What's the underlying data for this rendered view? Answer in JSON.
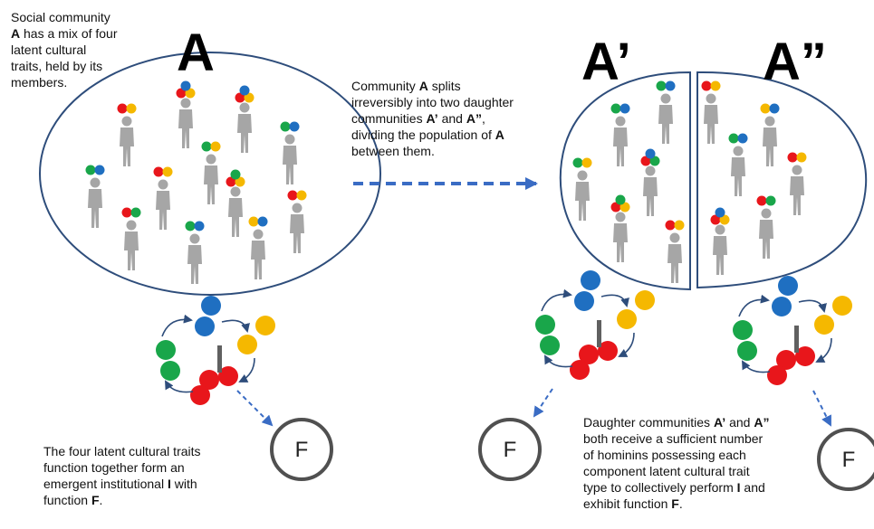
{
  "labels": {
    "A": "A",
    "A_prime": "A’",
    "A_dprime": "A”",
    "F": "F"
  },
  "texts": {
    "community_intro": [
      "Social community",
      "A has a mix of four",
      "latent cultural",
      "traits, held by its",
      "members."
    ],
    "split": [
      "Community A splits",
      "irreversibly into two daughter",
      "communities A’ and A”,",
      "dividing the population of A",
      "between them."
    ],
    "left_caption": [
      "The four latent cultural traits",
      "function together form an",
      "emergent institutional I with",
      "function F."
    ],
    "right_caption": [
      "Daughter communities A’ and A”",
      "both receive a sufficient number",
      "of hominins possessing each",
      "component latent cultural trait",
      "type to collectively perform I and",
      "exhibit function F."
    ]
  },
  "rich": {
    "community_intro_1": [
      [
        "A",
        true
      ],
      [
        " has a mix of four",
        false
      ]
    ],
    "split_0": [
      [
        "Community ",
        false
      ],
      [
        "A",
        true
      ],
      [
        " splits",
        false
      ]
    ],
    "split_2": [
      [
        "communities ",
        false
      ],
      [
        "A’",
        true
      ],
      [
        " and ",
        false
      ],
      [
        "A”",
        true
      ],
      [
        ",",
        false
      ]
    ],
    "split_3": [
      [
        "dividing the population of ",
        false
      ],
      [
        "A",
        true
      ]
    ],
    "left_2": [
      [
        "emergent institutional ",
        false
      ],
      [
        "I",
        true
      ],
      [
        " with",
        false
      ]
    ],
    "left_3": [
      [
        "function ",
        false
      ],
      [
        "F",
        true
      ],
      [
        ".",
        false
      ]
    ],
    "right_0": [
      [
        "Daughter communities ",
        false
      ],
      [
        "A’",
        true
      ],
      [
        " and ",
        false
      ],
      [
        "A”",
        true
      ]
    ],
    "right_4": [
      [
        "type to collectively perform ",
        false
      ],
      [
        "I",
        true
      ],
      [
        " and",
        false
      ]
    ],
    "right_5": [
      [
        "exhibit function ",
        false
      ],
      [
        "F",
        true
      ],
      [
        ".",
        false
      ]
    ]
  },
  "colors": {
    "blue": "#1f6fc1",
    "green": "#19a64a",
    "yellow": "#f5b800",
    "red": "#e8161b",
    "outline": "#2e4d7b",
    "person": "#a6a6a6",
    "arrow": "#3a6cc4",
    "node_bar": "#606060",
    "f_circle": "#505050"
  }
}
